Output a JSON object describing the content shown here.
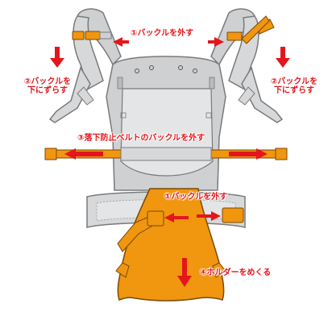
{
  "colors": {
    "orange": "#f0960f",
    "red_arrow": "#e4161c",
    "outline_gray": "#8a8a8a",
    "body_gray": "#d3d4d6",
    "panel_gray": "#e2e3e5"
  },
  "labels": {
    "step1_top": "①バックルを外す",
    "step2_left_line1": "②バックルを",
    "step2_left_line2": "下にずらす",
    "step2_right_line1": "②バックルを",
    "step2_right_line2": "下にずらす",
    "step3": "③落下防止ベルトのバックルを外す",
    "step1_waist": "①バックルを外す",
    "step4": "④ホルダーをめくる"
  },
  "icons": [
    "arrow-left-icon",
    "arrow-right-icon",
    "arrow-down-icon",
    "buckle-icon"
  ]
}
